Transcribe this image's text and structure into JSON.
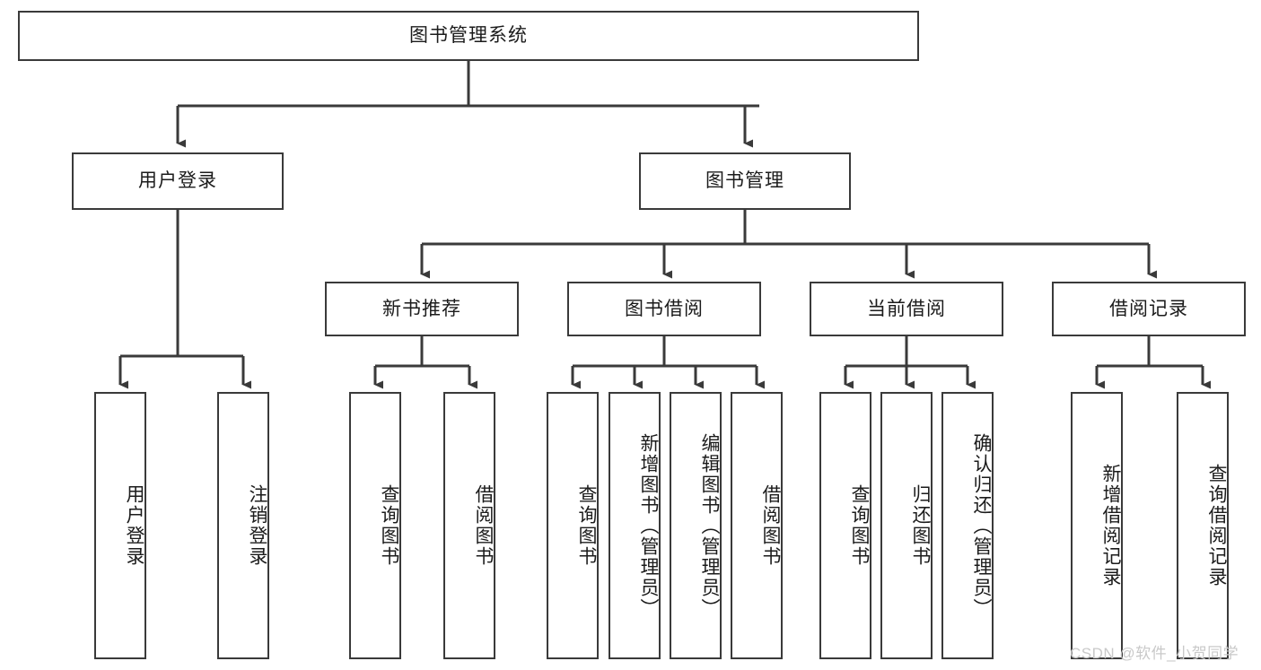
{
  "diagram": {
    "title": "图书管理系统",
    "type": "tree-hierarchy",
    "root": {
      "label": "图书管理系统"
    },
    "level1": [
      {
        "label": "用户登录"
      },
      {
        "label": "图书管理"
      }
    ],
    "level2": [
      {
        "label": "新书推荐",
        "parent": "图书管理"
      },
      {
        "label": "图书借阅",
        "parent": "图书管理"
      },
      {
        "label": "当前借阅",
        "parent": "图书管理"
      },
      {
        "label": "借阅记录",
        "parent": "图书管理"
      }
    ],
    "leaves": {
      "user_login": [
        {
          "label": "用户登录"
        },
        {
          "label": "注销登录"
        }
      ],
      "new_book_recommend": [
        {
          "label": "查询图书"
        },
        {
          "label": "借阅图书"
        }
      ],
      "book_borrow": [
        {
          "label": "查询图书"
        },
        {
          "label": "新增图书（管理员）"
        },
        {
          "label": "编辑图书（管理员）"
        },
        {
          "label": "借阅图书"
        }
      ],
      "current_borrow": [
        {
          "label": "查询图书"
        },
        {
          "label": "归还图书"
        },
        {
          "label": "确认归还（管理员）"
        }
      ],
      "borrow_record": [
        {
          "label": "新增借阅记录"
        },
        {
          "label": "查询借阅记录"
        }
      ]
    }
  },
  "watermark": {
    "text": "CSDN @软件_小贺同学"
  },
  "colors": {
    "border": "#3a3a3a",
    "background": "#ffffff",
    "text": "#1b1b1b",
    "watermark": "#c9c9c9"
  }
}
